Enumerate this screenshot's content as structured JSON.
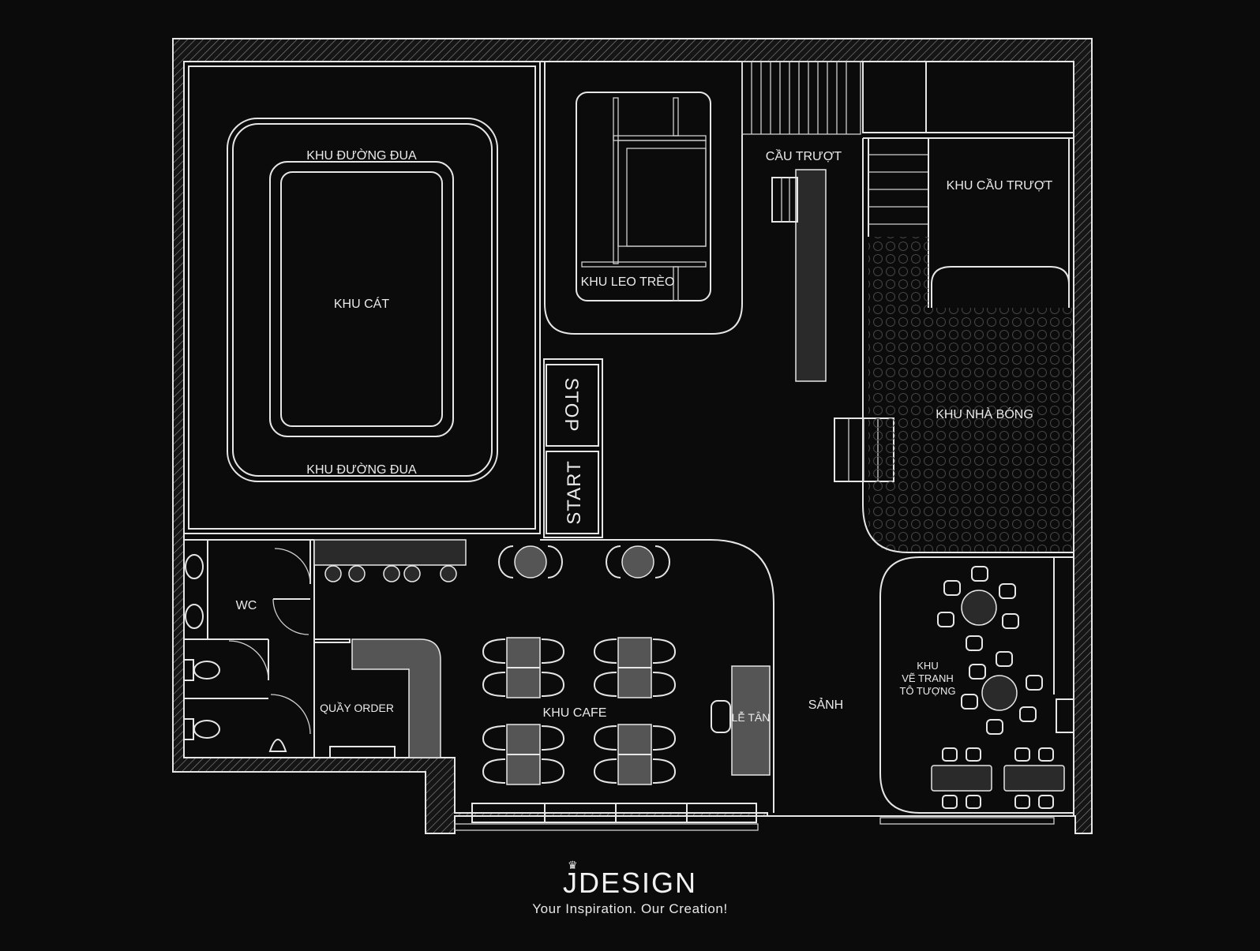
{
  "plan": {
    "labels": {
      "race_top": "KHU ĐƯỜNG ĐUA",
      "race_bottom": "KHU ĐƯỜNG ĐUA",
      "sand": "KHU CÁT",
      "climb": "KHU LEO TRÈO",
      "slide": "CẦU TRƯỢT",
      "slide_zone": "KHU CẦU TRƯỢT",
      "ball_house": "KHU NHÀ BÓNG",
      "stop": "STOP",
      "start": "START",
      "wc": "WC",
      "order": "QUẦY ORDER",
      "cafe": "KHU CAFE",
      "reception": "LỄ TÂN",
      "lobby": "SẢNH",
      "paint_1": "KHU",
      "paint_2": "VẼ TRANH",
      "paint_3": "TÔ TƯỢNG"
    }
  },
  "brand": {
    "name": "JDESIGN",
    "tagline": "Your Inspiration. Our Creation!"
  },
  "colors": {
    "background": "#0b0b0b",
    "lines": "#e6e6e6",
    "furniture_fill": "#555555"
  }
}
